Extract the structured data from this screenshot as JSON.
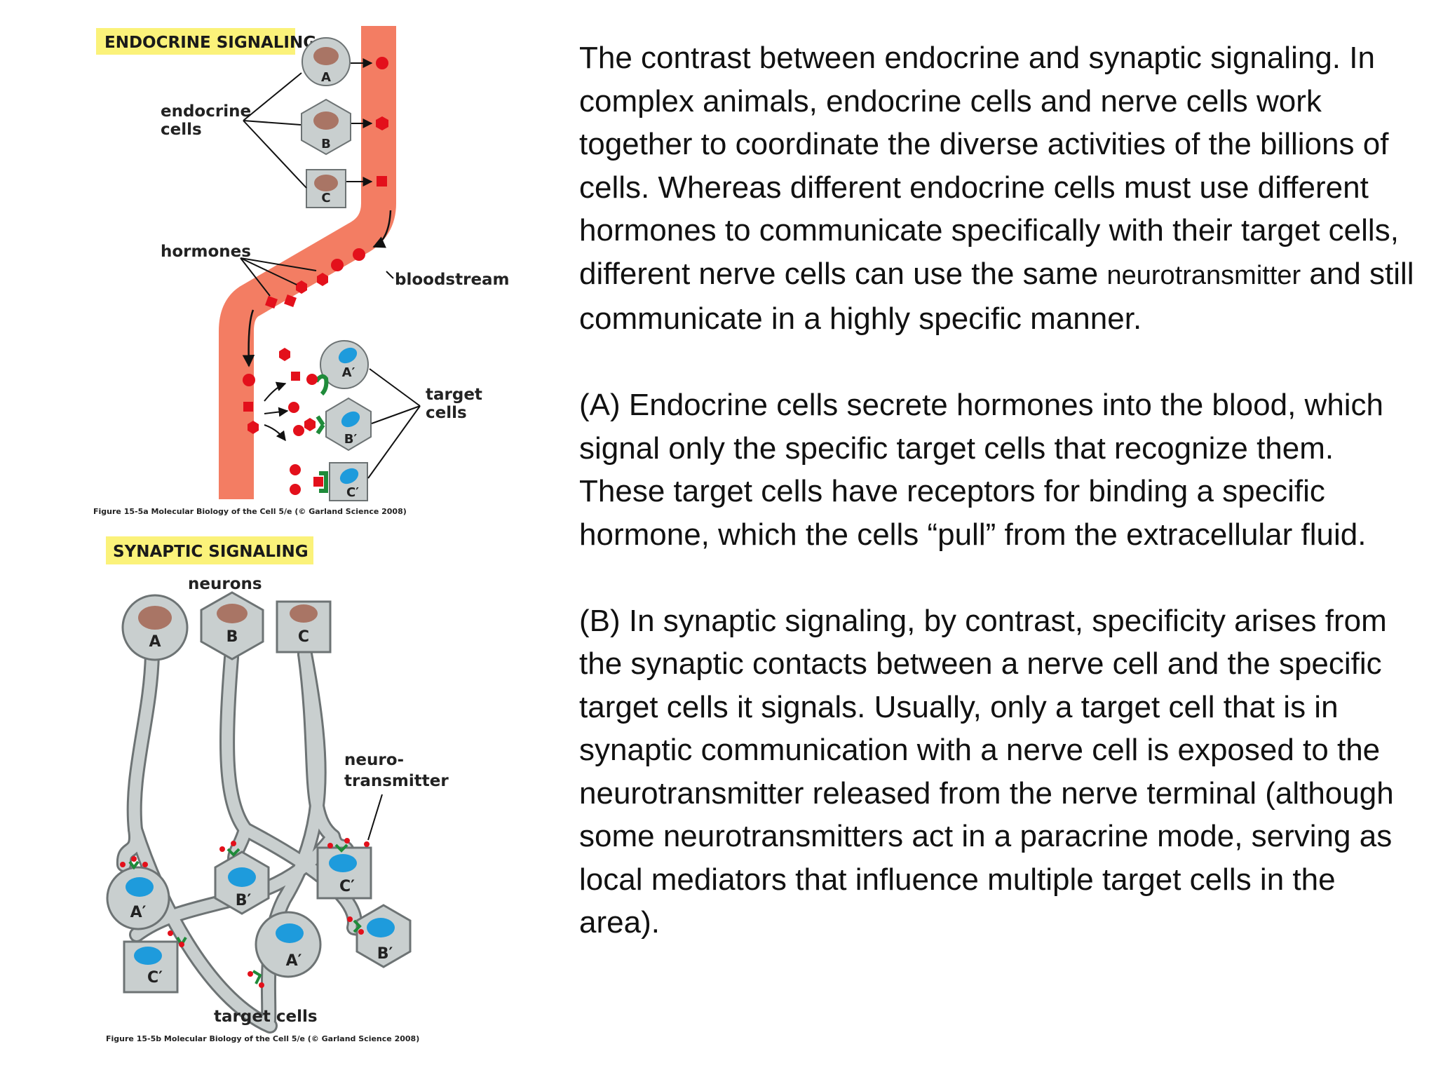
{
  "fig_a": {
    "tag": "ENDOCRINE SIGNALING",
    "label_endocrine_line1": "endocrine",
    "label_endocrine_line2": "cells",
    "label_hormones": "hormones",
    "label_bloodstream": "bloodstream",
    "label_target_line1": "target",
    "label_target_line2": "cells",
    "cells": [
      "A",
      "B",
      "C"
    ],
    "targets": [
      "A′",
      "B′",
      "C′"
    ],
    "caption": "Figure 15-5a  Molecular Biology of the Cell 5/e (© Garland Science 2008)"
  },
  "fig_b": {
    "tag": "SYNAPTIC SIGNALING",
    "label_neurons": "neurons",
    "label_nt_line1": "neuro-",
    "label_nt_line2": "transmitter",
    "label_target_cells": "target cells",
    "neurons": [
      "A",
      "B",
      "C"
    ],
    "targets": [
      "A′",
      "B′",
      "C′",
      "C′",
      "A′",
      "B′"
    ],
    "caption": "Figure 15-5b  Molecular Biology of the Cell 5/e (© Garland Science 2008)"
  },
  "text": {
    "p1_main": "The contrast between endocrine and synaptic signaling. In complex animals, endocrine cells and nerve cells work together to coordinate the diverse activities of the billions of cells. Whereas different endocrine cells must use different hormones to communicate specifically with their target cells, different nerve cells can use the same ",
    "p1_nt": "neurotransmitter",
    "p1_end": " and still communicate in a highly specific manner.",
    "p2": "(A) Endocrine cells secrete hormones into the blood, which signal only the specific target cells that recognize them. These target cells have receptors for binding a specific hormone, which the cells “pull” from the extracellular fluid.",
    "p3": "(B) In synaptic signaling, by contrast, specificity arises from the synaptic contacts between a nerve cell and the specific target cells it signals. Usually, only a target cell that is in synaptic communication with a nerve cell is exposed to the neurotransmitter released from the nerve terminal (although some neurotransmitters act in a paracrine mode, serving as local mediators that influence multiple target cells in the area)."
  },
  "colors": {
    "tag_bg": "#fbf27a",
    "blood": "#f37d63",
    "hormone": "#e3101b",
    "cell_fill": "#c9cfcf",
    "nucleus": "#a97565",
    "target_nucleus": "#1e9bdc",
    "receptor": "#1f8b3a"
  }
}
